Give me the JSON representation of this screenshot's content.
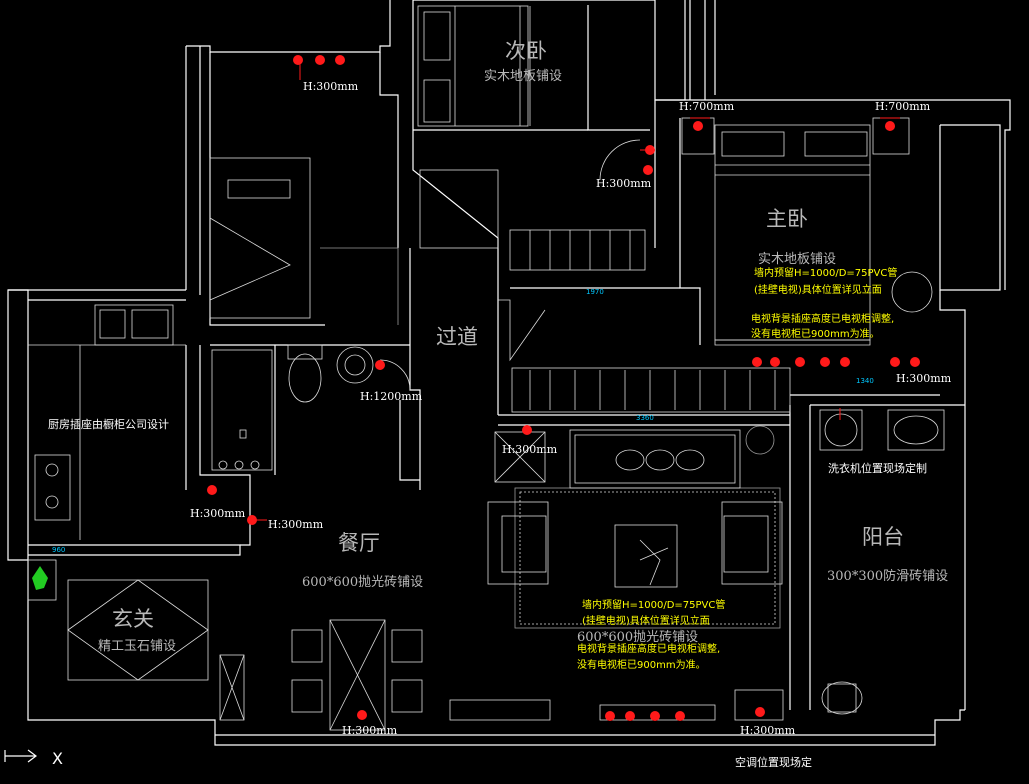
{
  "colors": {
    "background": "#000000",
    "wall": "#ffffff",
    "socket": "#ff1a1a",
    "note": "#ffff00",
    "dimension": "#00c8ff",
    "plant": "#22cc22"
  },
  "rooms": {
    "second_bedroom": {
      "name": "次卧",
      "floor": "实木地板铺设"
    },
    "master_bedroom": {
      "name": "主卧",
      "floor": "实木地板铺设"
    },
    "corridor": {
      "name": "过道"
    },
    "dining": {
      "name": "餐厅",
      "floor": "600*600抛光砖铺设"
    },
    "living": {
      "floor": "600*600抛光砖铺设"
    },
    "balcony": {
      "name": "阳台",
      "floor": "300*300防滑砖铺设"
    },
    "entrance": {
      "name": "玄关",
      "floor": "精工玉石铺设"
    }
  },
  "socket_heights": {
    "kitchen_top": "H:300mm",
    "second_bedroom": "H:300mm",
    "master_left": "H:700mm",
    "master_right": "H:700mm",
    "bath": "H:1200mm",
    "living_top_left": "H:300mm",
    "master_bottom": "H:300mm",
    "kitchen_bottom": "H:300mm",
    "dining_wall": "H:300mm",
    "dining_bottom": "H:300mm",
    "living_bottom": "H:300mm"
  },
  "notes": {
    "kitchen": "厨房插座由橱柜公司设计",
    "washer": "洗衣机位置现场定制",
    "aircon": "空调位置现场定",
    "master_tv": [
      "墙内预留H=1000/D=75PVC管",
      "(挂壁电视)具体位置详见立面",
      "电视背景插座高度已电视柜调整,",
      "没有电视柜已900mm为准。"
    ],
    "living_tv": [
      "墙内预留H=1000/D=75PVC管",
      "(挂壁电视)具体位置详见立面",
      "电视背景插座高度已电视柜调整,",
      "没有电视柜已900mm为准。"
    ]
  },
  "dimensions": {
    "d1970": "1970",
    "d1340": "1340",
    "d3360": "3360",
    "d960": "960"
  },
  "ucs_icon_label": "X"
}
